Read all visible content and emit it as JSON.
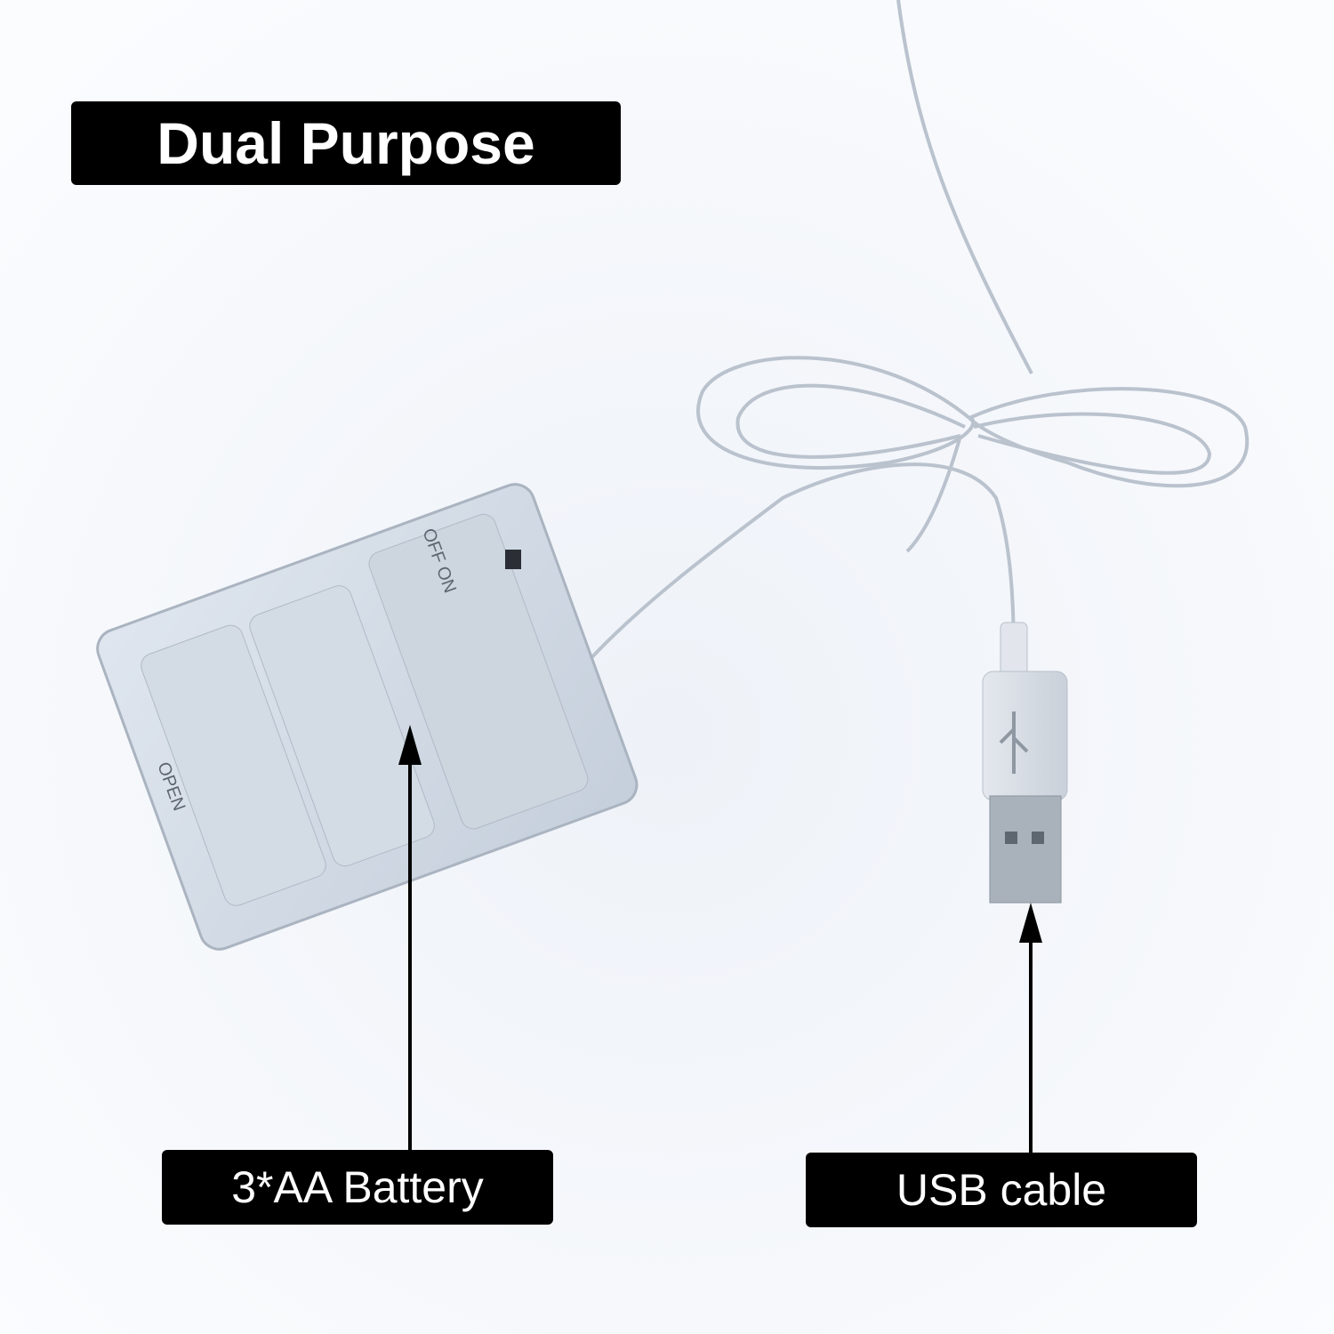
{
  "title": "Dual Purpose",
  "labels": {
    "battery": "3*AA Battery",
    "usb": "USB cable"
  },
  "battery_box": {
    "switch_text": "OFF ON",
    "lid_text": "OPEN"
  },
  "colors": {
    "label_bg": "#000000",
    "label_text": "#ffffff",
    "background": "#f7f9fc"
  }
}
